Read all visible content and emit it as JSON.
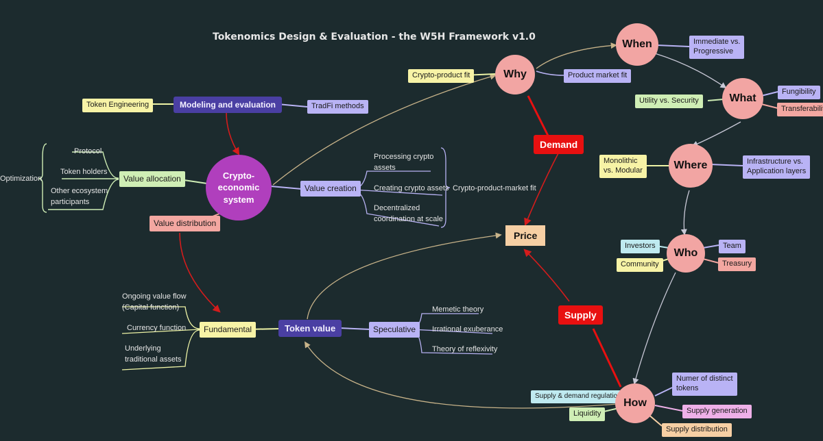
{
  "title": "Tokenomics Design & Evaluation - the W5H Framework v1.0",
  "center": {
    "crypto_system": "Crypto-\neconomic\nsystem"
  },
  "modeling": {
    "label": "Modeling and evaluation",
    "left": "Token Engineering",
    "right": "TradFi methods"
  },
  "allocation": {
    "label": "Value allocation",
    "optimization": "Optimization",
    "items": [
      "Protocol",
      "Token holders",
      "Other ecosystem\nparticipants"
    ]
  },
  "distribution": {
    "label": "Value distribution"
  },
  "creation": {
    "label": "Value creation",
    "items": [
      "Processing crypto\nassets",
      "Creating crypto assets",
      "Decentralized\ncoordination at scale"
    ],
    "fit": "Crypto-product-market fit"
  },
  "token_value": {
    "label": "Token value",
    "fundamental": "Fundamental",
    "fundamental_items": [
      "Ongoing value flow\n(Capital function)",
      "Currency function",
      "Underlying\ntraditional assets"
    ],
    "speculative": "Speculative",
    "speculative_items": [
      "Memetic theory",
      "Irrational exuberance",
      "Theory of reflexivity"
    ]
  },
  "market": {
    "demand": "Demand",
    "supply": "Supply",
    "price": "Price"
  },
  "why": {
    "label": "Why",
    "left": "Crypto-product fit",
    "right": "Product market fit"
  },
  "when": {
    "label": "When",
    "right": "Immediate vs.\nProgressive"
  },
  "what": {
    "label": "What",
    "left": "Utility vs. Security",
    "right_top": "Fungibility",
    "right_bottom": "Transferability"
  },
  "where": {
    "label": "Where",
    "left": "Monolithic\nvs. Modular",
    "right": "Infrastructure vs.\nApplication layers"
  },
  "who": {
    "label": "Who",
    "left_top": "Investors",
    "left_bottom": "Community",
    "right_top": "Team",
    "right_bottom": "Treasury"
  },
  "how": {
    "label": "How",
    "left_top": "Supply & demand regulation",
    "left_bottom": "Liquidity",
    "right_top": "Numer of distinct\ntokens",
    "right_mid": "Supply generation",
    "right_bottom": "Supply distribution"
  },
  "colors": {
    "background": "#1c2b2e",
    "circle": "#f2a5a3",
    "crypto": "#b03fbd",
    "red": "#e81010",
    "dark_node": "#4a3fa3"
  }
}
